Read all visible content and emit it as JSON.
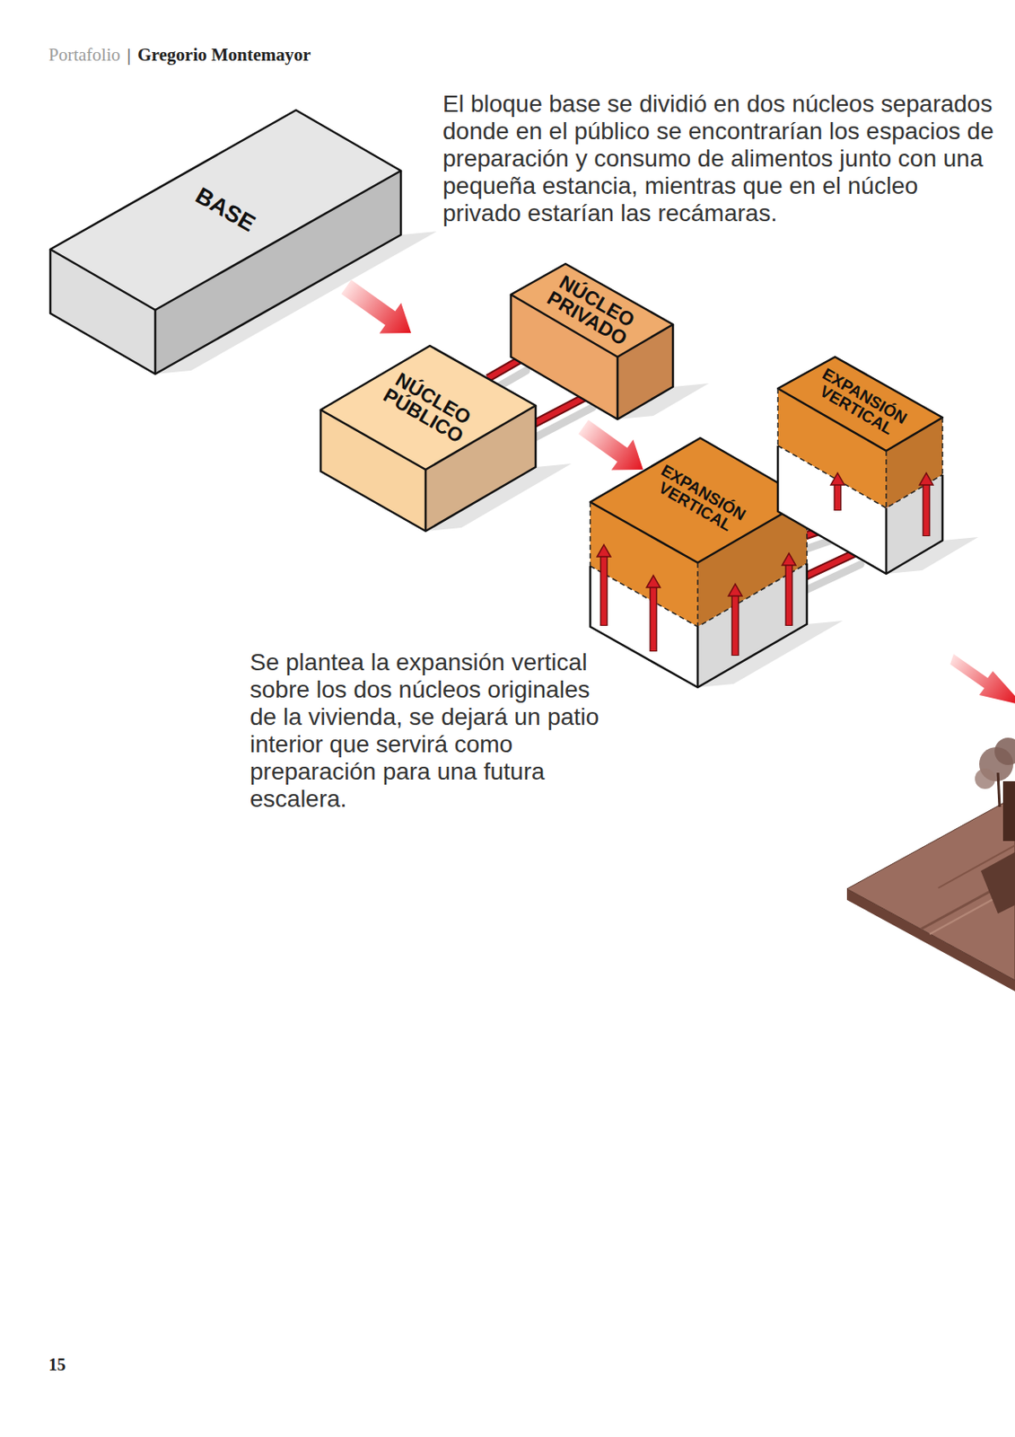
{
  "diagram": {
    "nodes": [
      {
        "text": [
          "BASE"
        ]
      },
      {
        "text": [
          "NÚCLEO PÚBLICO"
        ]
      },
      {
        "text": [
          "NÚCLEO PRIVADO"
        ]
      },
      {
        "text": [
          "EXPANSIÓN VERTICAL"
        ]
      },
      {
        "text": [
          "EXPANSIÓN VERTICAL"
        ]
      }
    ],
    "edges": [
      {
        "from": 0,
        "to": 1,
        "arrow": "to"
      },
      {
        "from": 1,
        "to": 2,
        "arrow": "none"
      },
      {
        "from": 1,
        "to": 3,
        "arrow": "to"
      },
      {
        "from": 3,
        "to": 4,
        "arrow": "none"
      }
    ],
    "labels": [
      "Portafolio",
      "|",
      "Gregorio Montemayor",
      "El bloque base se dividió en dos núcleos separados donde en el público se encontrarían los espacios de preparación y consumo de alimentos junto con una pequeña estancia, mientras que en el núcleo privado estarían las recámaras.",
      "Se plantea la expansión vertical sobre los dos núcleos originales de la vivienda, se dejará un patio interior que servirá como preparación para una futura escalera.",
      "15"
    ]
  }
}
